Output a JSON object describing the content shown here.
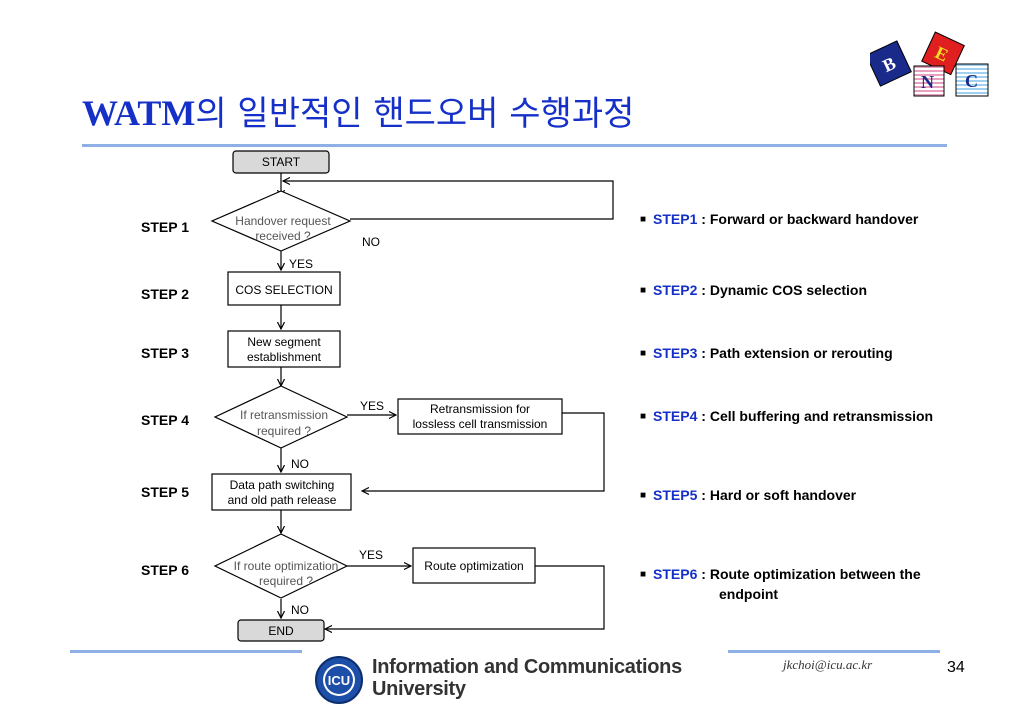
{
  "slide": {
    "title_latin": "WATM",
    "title_korean": "의 일반적인 핸드오버 수행과정"
  },
  "logo": {
    "letters": [
      "B",
      "E",
      "N",
      "C"
    ]
  },
  "flowchart": {
    "start": "START",
    "decision1": [
      "Handover request",
      "received ?"
    ],
    "decision1_no": "NO",
    "decision1_yes": "YES",
    "cos": "COS SELECTION",
    "segment": [
      "New segment",
      "establishment"
    ],
    "decision4": [
      "If retransmission",
      "required ?"
    ],
    "decision4_yes": "YES",
    "decision4_no": "NO",
    "retrans": [
      "Retransmission for",
      "lossless cell transmission"
    ],
    "datapath": [
      "Data path switching",
      "and old path release"
    ],
    "decision6": [
      "If route optimization",
      "required ?"
    ],
    "decision6_yes": "YES",
    "decision6_no": "NO",
    "routeopt": "Route optimization",
    "end": "END"
  },
  "step_labels": [
    "STEP 1",
    "STEP 2",
    "STEP 3",
    "STEP 4",
    "STEP 5",
    "STEP 6"
  ],
  "notes": [
    {
      "key": "STEP1",
      "text": " : Forward or backward handover"
    },
    {
      "key": "STEP2",
      "text": " : Dynamic COS selection"
    },
    {
      "key": "STEP3",
      "text": " : Path extension or rerouting"
    },
    {
      "key": "STEP4",
      "text": " : Cell buffering and retransmission"
    },
    {
      "key": "STEP5",
      "text": " : Hard or soft handover"
    },
    {
      "key": "STEP6",
      "text": " : Route optimization between the",
      "cont": "endpoint"
    }
  ],
  "footer": {
    "institution_line1": "Information and Communications",
    "institution_line2": "University",
    "icu_logo_text": "ICU",
    "email": "jkchoi@icu.ac.kr",
    "page_number": "34"
  },
  "colors": {
    "title": "#1530c8",
    "rule": "#8fb0e6",
    "terminal_fill": "#d9d9d9",
    "note_key": "#1530c8"
  }
}
